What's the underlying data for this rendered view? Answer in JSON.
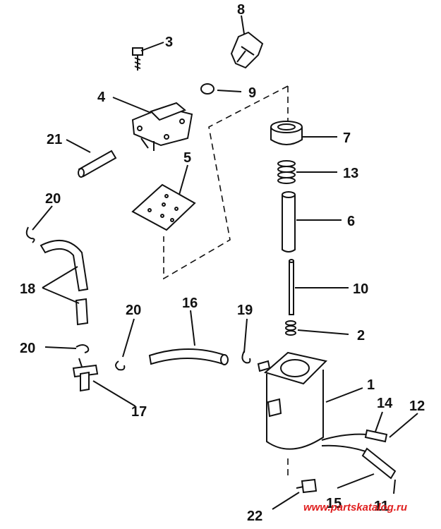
{
  "callouts": {
    "c1": "1",
    "c2": "2",
    "c3": "3",
    "c4": "4",
    "c5": "5",
    "c6": "6",
    "c7": "7",
    "c8": "8",
    "c9": "9",
    "c10": "10",
    "c11": "11",
    "c12": "12",
    "c13": "13",
    "c14": "14",
    "c15": "15",
    "c16": "16",
    "c17": "17",
    "c18": "18",
    "c19": "19",
    "c20a": "20",
    "c20b": "20",
    "c20c": "20",
    "c21": "21",
    "c22": "22"
  },
  "watermark": {
    "text": "www.partskatalog.ru",
    "color": "#e02020"
  },
  "colors": {
    "ink": "#111111",
    "paper": "#ffffff"
  }
}
